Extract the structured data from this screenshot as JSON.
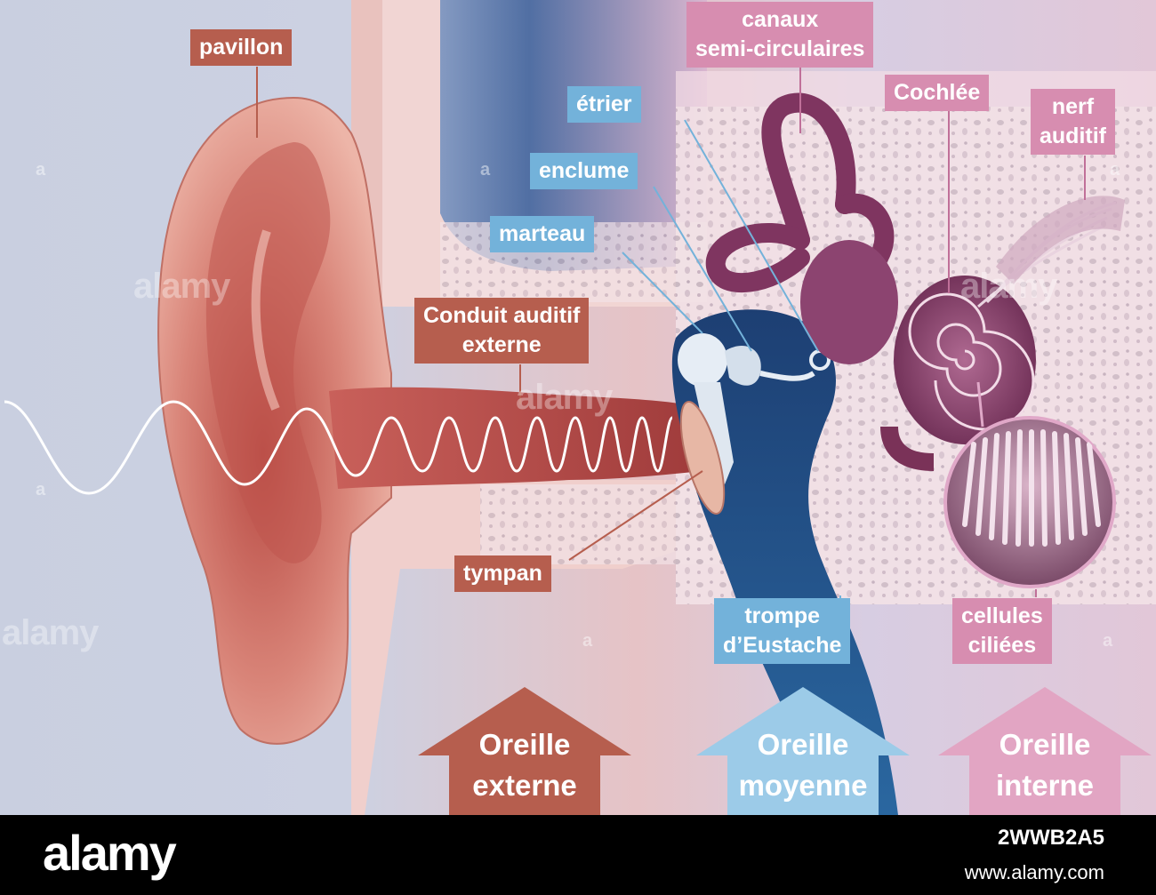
{
  "labels": {
    "pavillon": [
      "pavillon"
    ],
    "conduit": [
      "Conduit auditif",
      "externe"
    ],
    "tympan": [
      "tympan"
    ],
    "marteau": [
      "marteau"
    ],
    "enclume": [
      "enclume"
    ],
    "etrier": [
      "étrier"
    ],
    "canaux": [
      "canaux",
      "semi-circulaires"
    ],
    "cochlee": [
      "Cochlée"
    ],
    "nerf": [
      "nerf",
      "auditif"
    ],
    "trompe": [
      "trompe",
      "d’Eustache"
    ],
    "cellules": [
      "cellules",
      "ciliées"
    ]
  },
  "regions": {
    "externe": [
      "Oreille",
      "externe"
    ],
    "moyenne": [
      "Oreille",
      "moyenne"
    ],
    "interne": [
      "Oreille",
      "interne"
    ]
  },
  "watermark": {
    "brand": "alamy",
    "digit": "a"
  },
  "footer": {
    "logo": "alamy",
    "image_id": "2WWB2A5",
    "site": "www.alamy.com"
  },
  "colors": {
    "outer_ear": "#b65e4e",
    "middle_ear": "#73b2da",
    "inner_ear": "#d78db0",
    "ear_skin": "#d98a82",
    "middle_cavity": "#1f4f82",
    "inner_labyrinth": "#8a3f66"
  }
}
